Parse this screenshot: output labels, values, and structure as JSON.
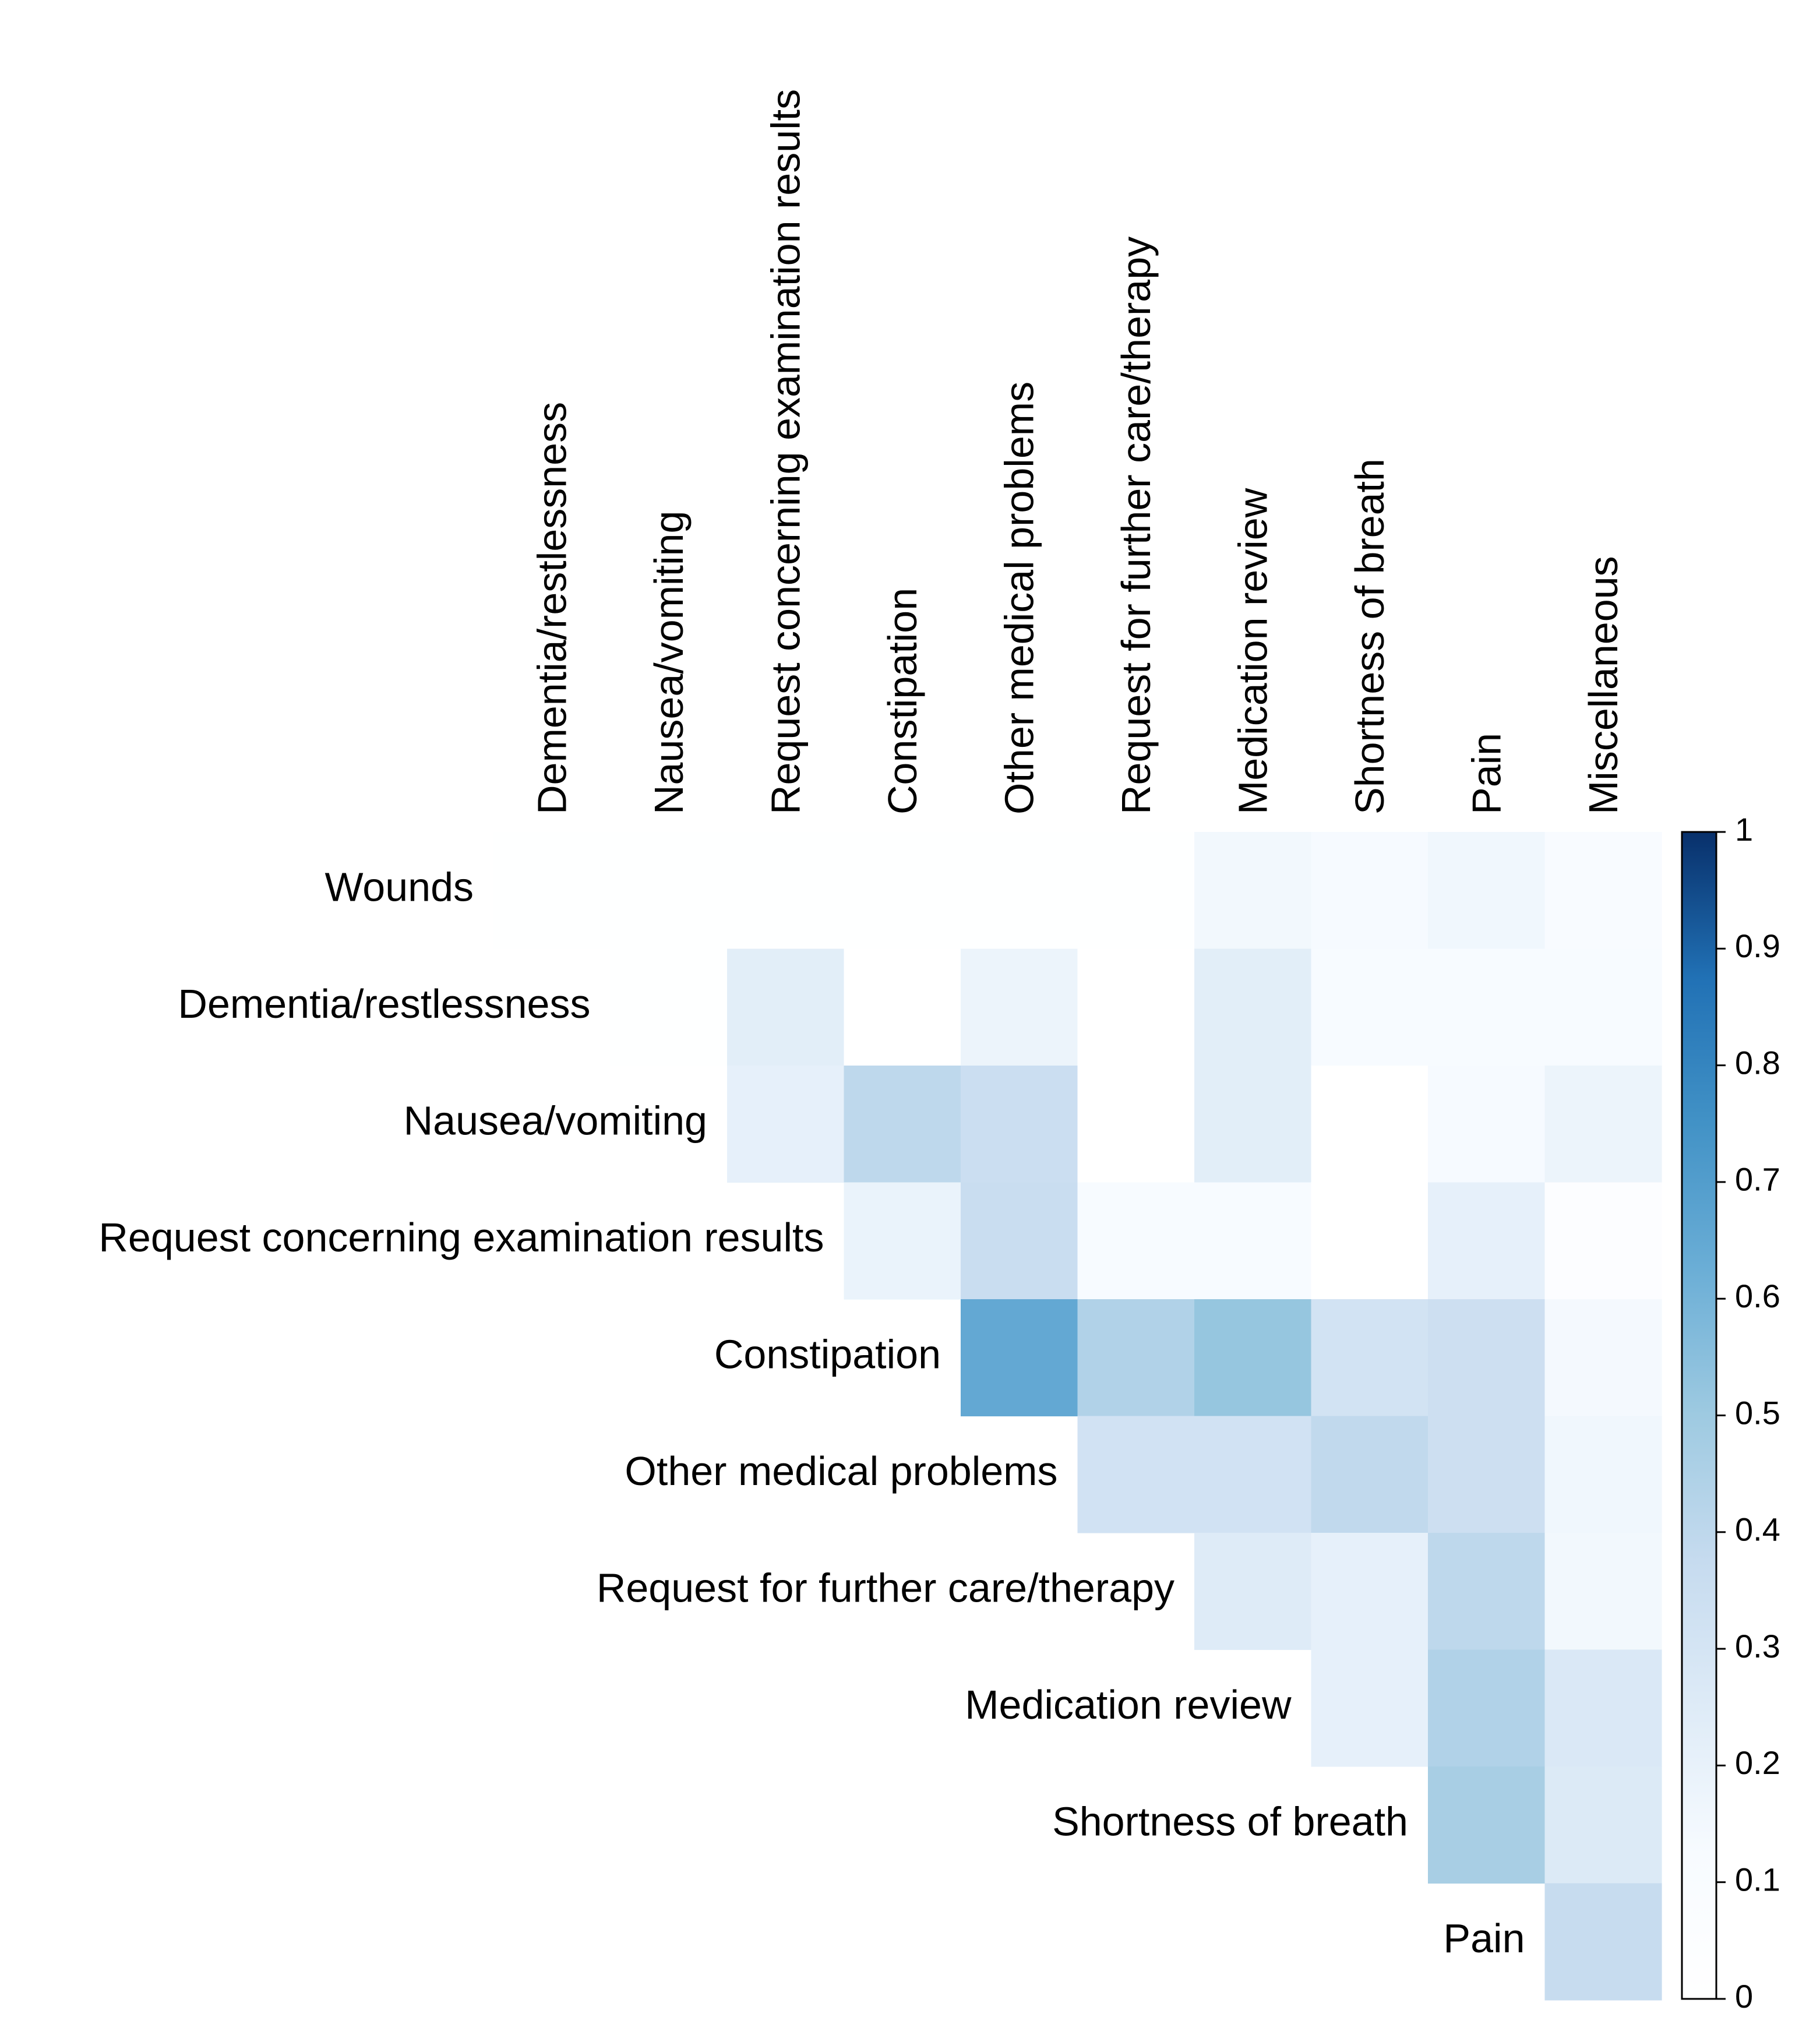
{
  "chart_data": {
    "type": "heatmap",
    "layout": "upper-triangular",
    "row_labels": [
      "Wounds",
      "Dementia/restlessness",
      "Nausea/vomiting",
      "Request concerning examination results",
      "Constipation",
      "Other medical problems",
      "Request for further care/therapy",
      "Medication review",
      "Shortness of breath",
      "Pain"
    ],
    "col_labels": [
      "Dementia/restlessness",
      "Nausea/vomiting",
      "Request concerning examination results",
      "Constipation",
      "Other medical problems",
      "Request for further care/therapy",
      "Medication review",
      "Shortness of breath",
      "Pain",
      "Miscellaneous"
    ],
    "values": [
      [
        0.01,
        0.01,
        0.01,
        0.01,
        0.01,
        0.01,
        0.15,
        0.13,
        0.16,
        0.11
      ],
      [
        null,
        0.01,
        0.23,
        0.0,
        0.18,
        0.0,
        0.23,
        0.12,
        0.12,
        0.12
      ],
      [
        null,
        null,
        0.21,
        0.4,
        0.35,
        0.0,
        0.23,
        0.0,
        0.13,
        0.18
      ],
      [
        null,
        null,
        null,
        0.19,
        0.36,
        0.12,
        0.12,
        0.0,
        0.21,
        0.05
      ],
      [
        null,
        null,
        null,
        null,
        0.65,
        0.44,
        0.52,
        0.31,
        0.34,
        0.14
      ],
      [
        null,
        null,
        null,
        null,
        null,
        0.32,
        0.32,
        0.39,
        0.34,
        0.16
      ],
      [
        null,
        null,
        null,
        null,
        null,
        null,
        0.25,
        0.21,
        0.4,
        0.15
      ],
      [
        null,
        null,
        null,
        null,
        null,
        null,
        null,
        0.21,
        0.44,
        0.27
      ],
      [
        null,
        null,
        null,
        null,
        null,
        null,
        null,
        null,
        0.47,
        0.26
      ],
      [
        null,
        null,
        null,
        null,
        null,
        null,
        null,
        null,
        null,
        0.37
      ]
    ],
    "colorbar": {
      "min": 0,
      "max": 1,
      "ticks": [
        "0",
        "0.1",
        "0.2",
        "0.3",
        "0.4",
        "0.5",
        "0.6",
        "0.7",
        "0.8",
        "0.9",
        "1"
      ],
      "color_low": "#ffffff",
      "color_high": "#08306b"
    }
  }
}
